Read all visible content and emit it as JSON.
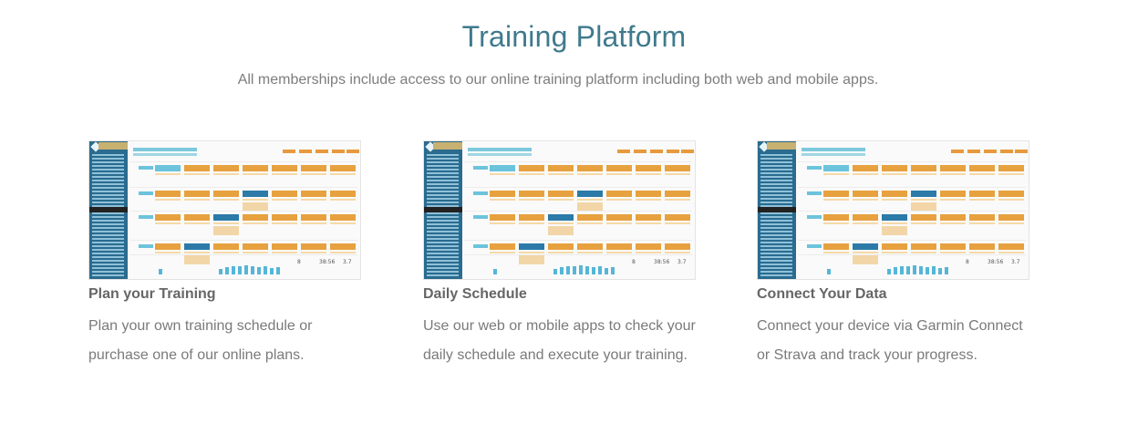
{
  "page": {
    "title": "Training Platform",
    "subtitle": "All memberships include access to our online training platform including both web and mobile apps."
  },
  "features": [
    {
      "heading": "Plan your Training",
      "description": "Plan your own training schedule or purchase one of our online plans.",
      "screenshot_icon": "calendar-screenshot"
    },
    {
      "heading": "Daily Schedule",
      "description": "Use our web or mobile apps to check your daily schedule and execute your training.",
      "screenshot_icon": "calendar-screenshot"
    },
    {
      "heading": "Connect Your Data",
      "description": "Connect your device via Garmin Connect or Strava and track your progress.",
      "screenshot_icon": "calendar-screenshot"
    }
  ],
  "screenshot_stats": [
    "8",
    "38:56",
    "3.7"
  ],
  "colors": {
    "title": "#3f7a8c",
    "sidebar": "#2a6b8f",
    "workout_orange": "#e7a13f",
    "workout_blue": "#2b7aa8",
    "accent_cyan": "#6cc3dc"
  }
}
